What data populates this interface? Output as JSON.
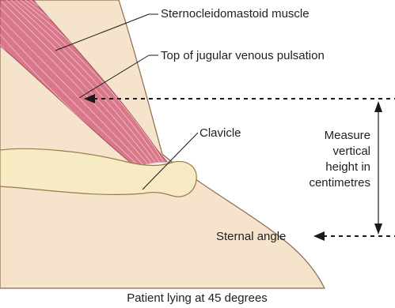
{
  "labels": {
    "muscle": "Sternocleidomastoid muscle",
    "jvp": "Top of jugular venous pulsation",
    "clavicle": "Clavicle",
    "measure": [
      "Measure",
      "vertical",
      "height in",
      "centimetres"
    ],
    "sternal_angle": "Sternal angle"
  },
  "caption": "Patient lying at 45 degrees",
  "colors": {
    "skin": "#f6e3cc",
    "muscle": "#d9788a",
    "muscle_fiber": "#f3c7cf",
    "bone": "#f7ebc4",
    "outline": "#7a5a3a",
    "line": "#1a1a1a"
  }
}
